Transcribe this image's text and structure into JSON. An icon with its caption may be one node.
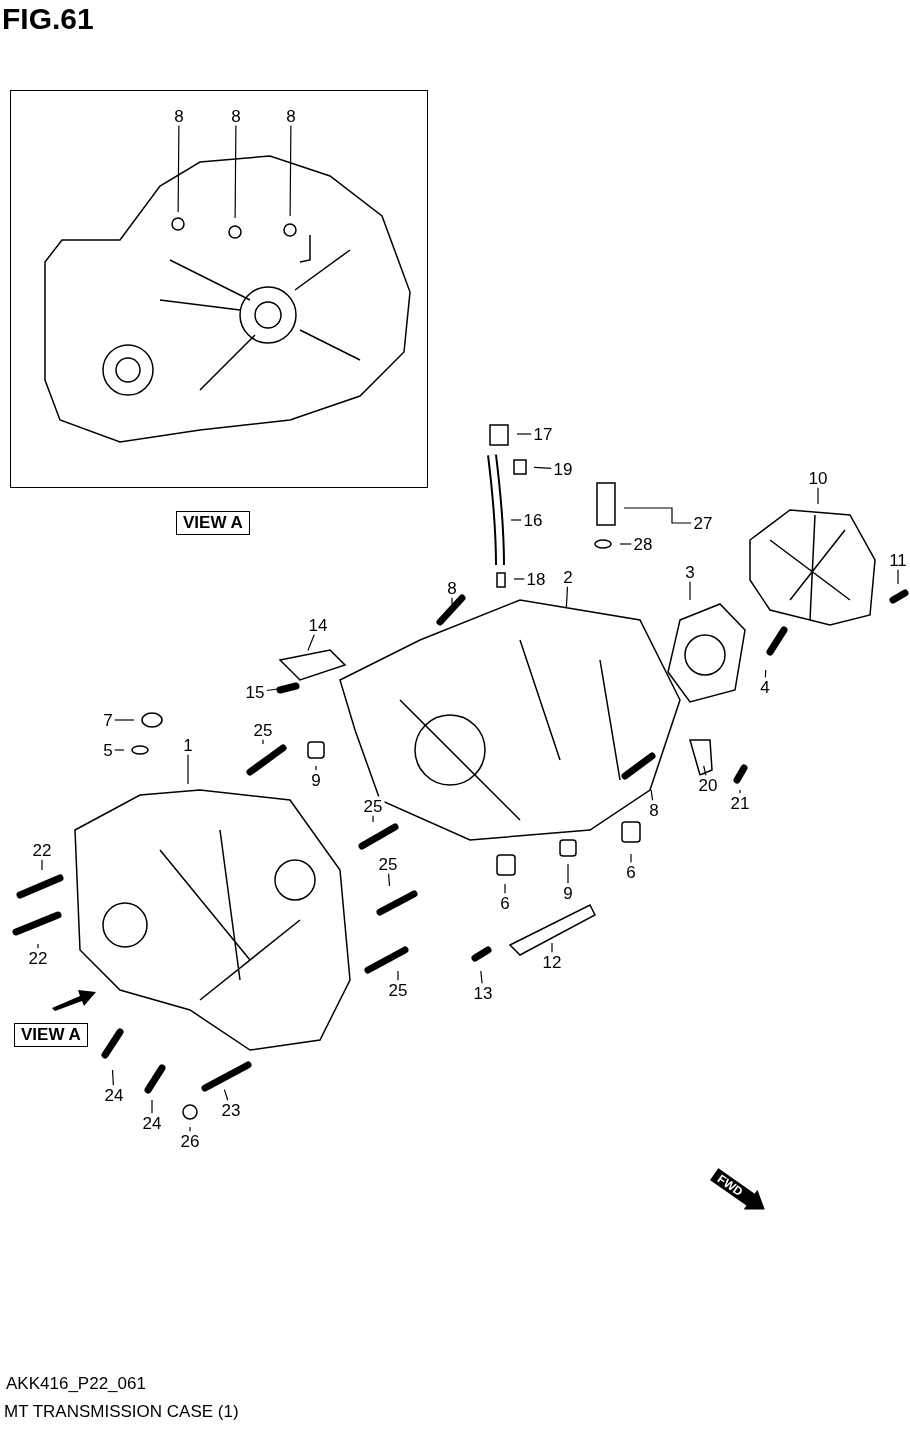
{
  "diagram": {
    "title": "FIG.61",
    "caption": "MT TRANSMISSION CASE (1)",
    "nodes": [
      {
        "text": [],
        "shape": "box"
      },
      {
        "text": [
          "8"
        ],
        "in": 0
      },
      {
        "text": [
          "8"
        ],
        "in": 0
      },
      {
        "text": [
          "8"
        ],
        "in": 0
      },
      {
        "text": [
          "VIEW A"
        ]
      },
      {
        "text": [
          "17"
        ]
      },
      {
        "text": [
          "19"
        ]
      },
      {
        "text": [
          "16"
        ]
      },
      {
        "text": [
          "27"
        ]
      },
      {
        "text": [
          "28"
        ]
      },
      {
        "text": [
          "18"
        ]
      },
      {
        "text": [
          "2"
        ]
      },
      {
        "text": [
          "3"
        ]
      },
      {
        "text": [
          "10"
        ]
      },
      {
        "text": [
          "11"
        ]
      },
      {
        "text": [
          "8"
        ]
      },
      {
        "text": [
          "14"
        ]
      },
      {
        "text": [
          "15"
        ]
      },
      {
        "text": [
          "4"
        ]
      },
      {
        "text": [
          "7"
        ]
      },
      {
        "text": [
          "5"
        ]
      },
      {
        "text": [
          "1"
        ]
      },
      {
        "text": [
          "25"
        ]
      },
      {
        "text": [
          "9"
        ]
      },
      {
        "text": [
          "20"
        ]
      },
      {
        "text": [
          "21"
        ]
      },
      {
        "text": [
          "8"
        ]
      },
      {
        "text": [
          "25"
        ]
      },
      {
        "text": [
          "22"
        ]
      },
      {
        "text": [
          "6"
        ]
      },
      {
        "text": [
          "25"
        ]
      },
      {
        "text": [
          "6"
        ]
      },
      {
        "text": [
          "9"
        ]
      },
      {
        "text": [
          "22"
        ]
      },
      {
        "text": [
          "12"
        ]
      },
      {
        "text": [
          "25"
        ]
      },
      {
        "text": [
          "13"
        ]
      },
      {
        "text": [
          "VIEW A"
        ]
      },
      {
        "text": [
          "24"
        ]
      },
      {
        "text": [
          "24"
        ]
      },
      {
        "text": [
          "23"
        ]
      },
      {
        "text": [
          "26"
        ]
      }
    ],
    "edges": [
      {
        "from": 1,
        "to": null,
        "arrow": "none"
      },
      {
        "from": 2,
        "to": null,
        "arrow": "none"
      },
      {
        "from": 3,
        "to": null,
        "arrow": "none"
      },
      {
        "from": 5,
        "to": null,
        "arrow": "none"
      },
      {
        "from": 6,
        "to": null,
        "arrow": "none"
      },
      {
        "from": 7,
        "to": null,
        "arrow": "none"
      },
      {
        "from": 8,
        "to": null,
        "arrow": "none"
      },
      {
        "from": 9,
        "to": null,
        "arrow": "none"
      },
      {
        "from": 10,
        "to": null,
        "arrow": "none"
      },
      {
        "from": 11,
        "to": null,
        "arrow": "none"
      },
      {
        "from": 12,
        "to": null,
        "arrow": "none"
      },
      {
        "from": 13,
        "to": null,
        "arrow": "none"
      },
      {
        "from": 14,
        "to": null,
        "arrow": "none"
      },
      {
        "from": 15,
        "to": null,
        "arrow": "none"
      },
      {
        "from": 16,
        "to": null,
        "arrow": "none"
      },
      {
        "from": 17,
        "to": null,
        "arrow": "none"
      },
      {
        "from": 18,
        "to": null,
        "arrow": "none"
      },
      {
        "from": 19,
        "to": null,
        "arrow": "none"
      },
      {
        "from": 20,
        "to": null,
        "arrow": "none"
      },
      {
        "from": 21,
        "to": null,
        "arrow": "none"
      },
      {
        "from": 22,
        "to": null,
        "arrow": "none"
      },
      {
        "from": 23,
        "to": null,
        "arrow": "none"
      },
      {
        "from": 24,
        "to": null,
        "arrow": "none"
      },
      {
        "from": 25,
        "to": null,
        "arrow": "none"
      },
      {
        "from": 26,
        "to": null,
        "arrow": "none"
      },
      {
        "from": 27,
        "to": null,
        "arrow": "none"
      },
      {
        "from": 28,
        "to": null,
        "arrow": "none"
      },
      {
        "from": 29,
        "to": null,
        "arrow": "none"
      },
      {
        "from": 30,
        "to": null,
        "arrow": "none"
      },
      {
        "from": 31,
        "to": null,
        "arrow": "none"
      },
      {
        "from": 32,
        "to": null,
        "arrow": "none"
      },
      {
        "from": 33,
        "to": null,
        "arrow": "none"
      },
      {
        "from": 34,
        "to": null,
        "arrow": "none"
      },
      {
        "from": 35,
        "to": null,
        "arrow": "none"
      },
      {
        "from": 36,
        "to": null,
        "arrow": "none"
      },
      {
        "from": 38,
        "to": null,
        "arrow": "none"
      },
      {
        "from": 39,
        "to": null,
        "arrow": "none"
      },
      {
        "from": 40,
        "to": null,
        "arrow": "none"
      },
      {
        "from": 41,
        "to": null,
        "arrow": "none"
      }
    ],
    "labels": [
      "FWD",
      "AKK416_P22_061"
    ]
  }
}
